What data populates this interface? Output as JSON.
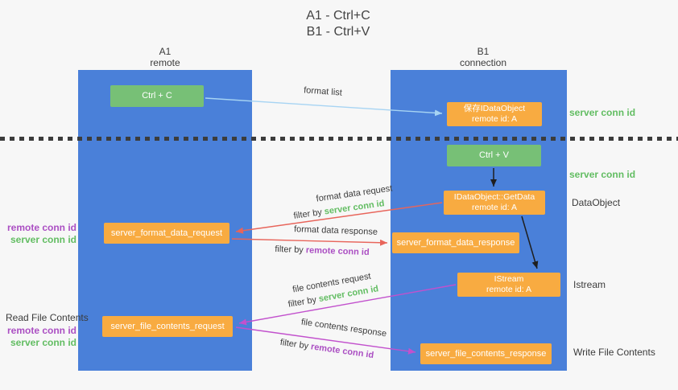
{
  "title": {
    "line1": "A1 - Ctrl+C",
    "line2": "B1 - Ctrl+V"
  },
  "lanes": {
    "a1": {
      "name": "A1",
      "subtitle": "remote"
    },
    "b1": {
      "name": "B1",
      "subtitle": "connection"
    }
  },
  "nodes": {
    "ctrl_c": {
      "label": "Ctrl + C"
    },
    "save_idataobject": {
      "line1": "保存IDataObject",
      "line2": "remote id: A"
    },
    "ctrl_v": {
      "label": "Ctrl + V"
    },
    "getdata": {
      "line1": "IDataObject::GetData",
      "line2": "remote id: A"
    },
    "format_request": {
      "label": "server_format_data_request"
    },
    "format_response": {
      "label": "server_format_data_response"
    },
    "istream": {
      "line1": "IStream",
      "line2": "remote id: A"
    },
    "file_request": {
      "label": "server_file_contents_request"
    },
    "file_response": {
      "label": "server_file_contents_response"
    }
  },
  "edge_labels": {
    "format_list": "format list",
    "format_data_request": "format data request",
    "format_data_response": "format data response",
    "file_contents_request": "file contents request",
    "file_contents_response": "file contents response",
    "filter_by": "filter by",
    "server_conn_id": "server conn id",
    "remote_conn_id": "remote conn id"
  },
  "side_labels": {
    "server_conn_id_top": "server conn id",
    "server_conn_id_mid": "server conn id",
    "dataobject": "DataObject",
    "istream": "Istream",
    "read_file_contents": "Read File Contents",
    "write_file_contents": "Write File Contents",
    "remote_conn_id": "remote conn id",
    "server_conn_id": "server conn id"
  },
  "colors": {
    "lane_blue": "#4a80d9",
    "node_green": "#77c076",
    "node_orange": "#f8ab41",
    "arrow_light_blue": "#a7d4f3",
    "arrow_red": "#e8655b",
    "arrow_magenta": "#c251cd",
    "text_green": "#62bd62",
    "text_purple": "#ab4fc3",
    "text_dark": "#3b3b3b"
  }
}
